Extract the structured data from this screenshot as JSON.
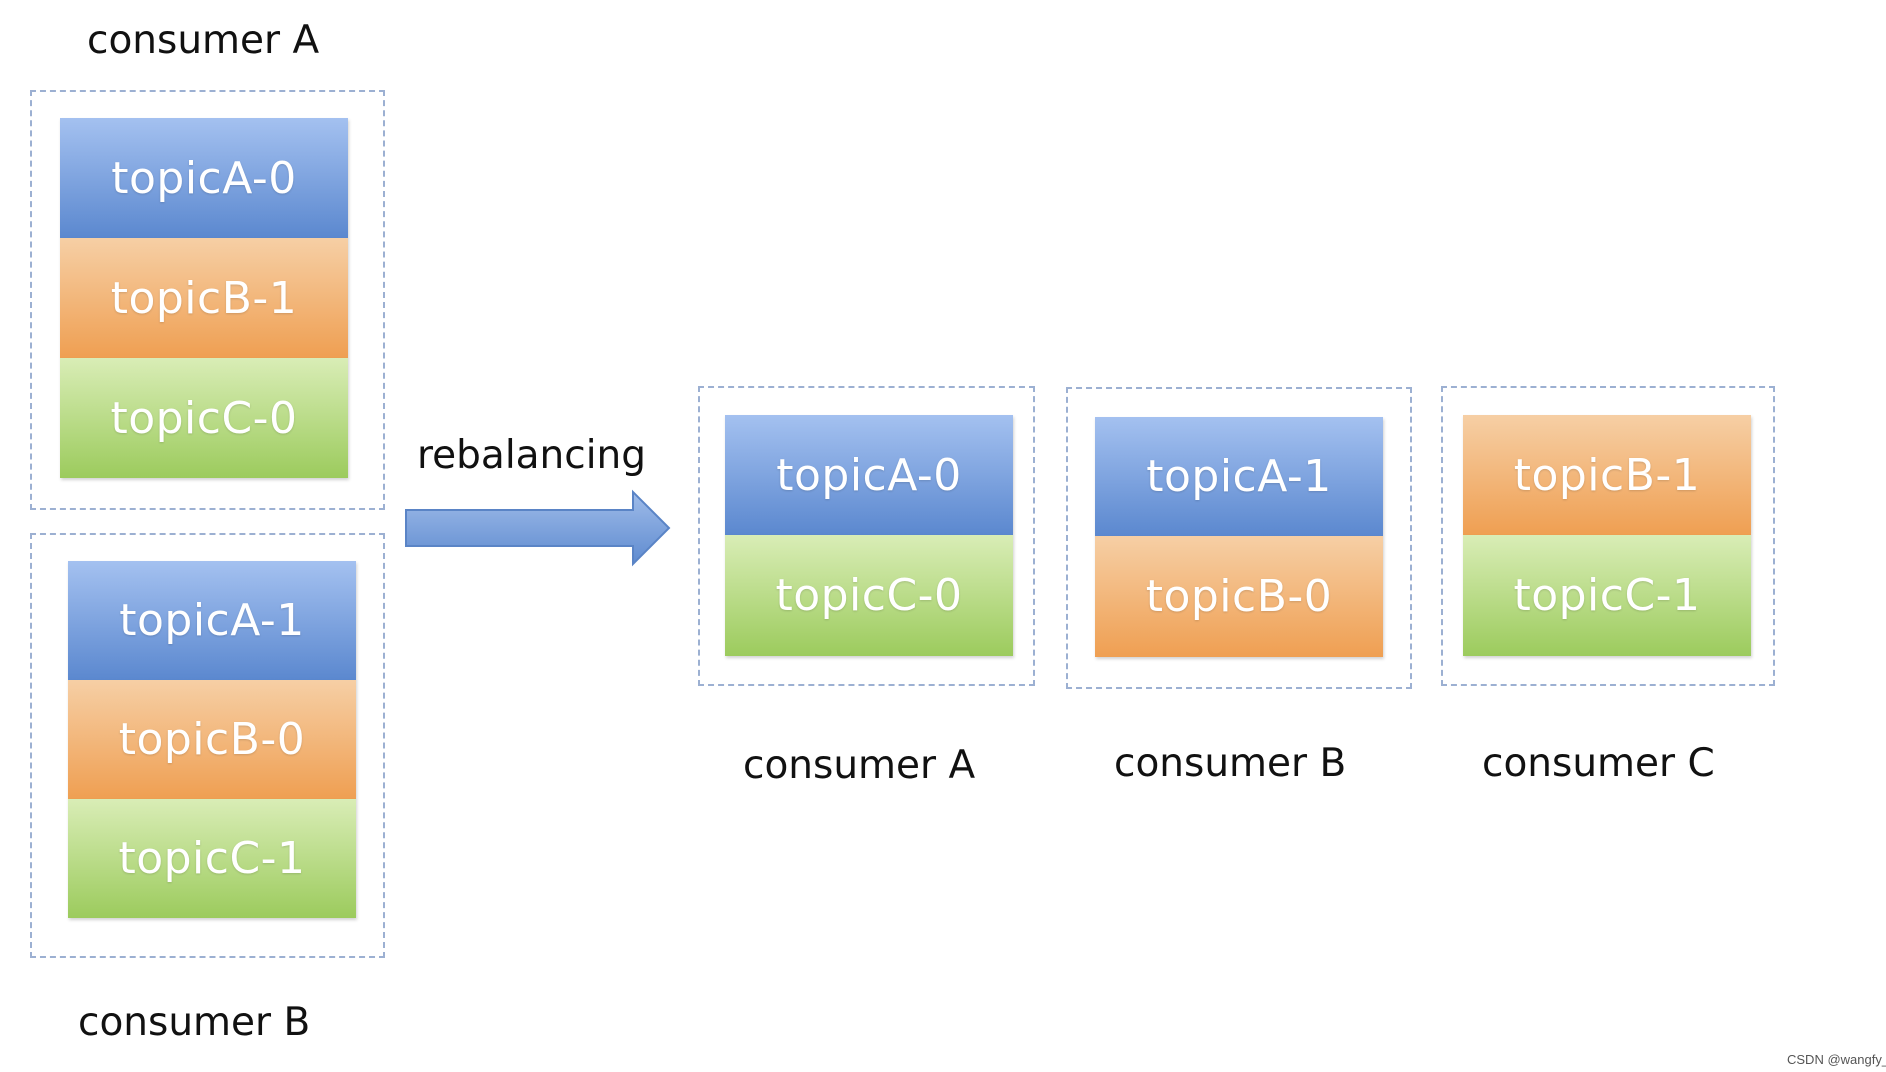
{
  "colors": {
    "blue": "#5b88cf",
    "orange": "#ef9f52",
    "green": "#9ccb5d",
    "dashed_border": "#9cb0d2",
    "arrow": "#6f9bd8"
  },
  "before": {
    "consumer_a": {
      "label": "consumer A",
      "partitions": [
        {
          "name": "topicA-0",
          "color": "blue"
        },
        {
          "name": "topicB-1",
          "color": "orange"
        },
        {
          "name": "topicC-0",
          "color": "green"
        }
      ]
    },
    "consumer_b": {
      "label": "consumer B",
      "partitions": [
        {
          "name": "topicA-1",
          "color": "blue"
        },
        {
          "name": "topicB-0",
          "color": "orange"
        },
        {
          "name": "topicC-1",
          "color": "green"
        }
      ]
    }
  },
  "transition": {
    "label": "rebalancing"
  },
  "after": {
    "consumer_a": {
      "label": "consumer A",
      "partitions": [
        {
          "name": "topicA-0",
          "color": "blue"
        },
        {
          "name": "topicC-0",
          "color": "green"
        }
      ]
    },
    "consumer_b": {
      "label": "consumer B",
      "partitions": [
        {
          "name": "topicA-1",
          "color": "blue"
        },
        {
          "name": "topicB-0",
          "color": "orange"
        }
      ]
    },
    "consumer_c": {
      "label": "consumer C",
      "partitions": [
        {
          "name": "topicB-1",
          "color": "orange"
        },
        {
          "name": "topicC-1",
          "color": "green"
        }
      ]
    }
  },
  "watermark": "CSDN @wangfy_"
}
